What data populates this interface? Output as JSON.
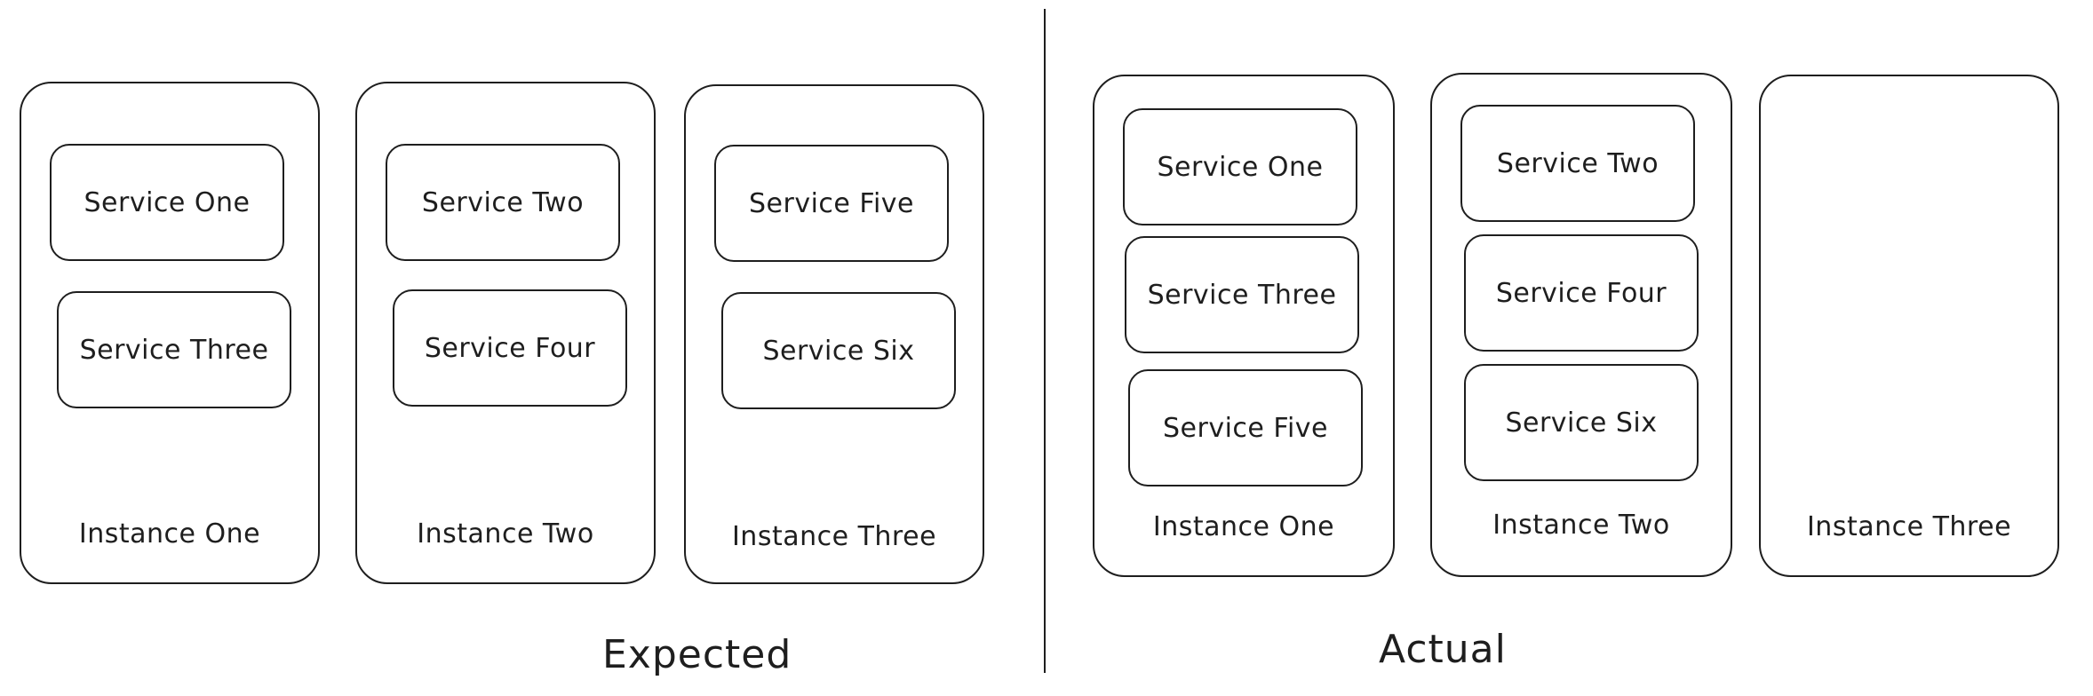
{
  "expected": {
    "caption": "Expected",
    "instances": [
      {
        "label": "Instance One",
        "services": [
          "Service One",
          "Service Three"
        ]
      },
      {
        "label": "Instance Two",
        "services": [
          "Service Two",
          "Service Four"
        ]
      },
      {
        "label": "Instance Three",
        "services": [
          "Service Five",
          "Service Six"
        ]
      }
    ]
  },
  "actual": {
    "caption": "Actual",
    "instances": [
      {
        "label": "Instance One",
        "services": [
          "Service One",
          "Service Three",
          "Service Five"
        ]
      },
      {
        "label": "Instance Two",
        "services": [
          "Service Two",
          "Service Four",
          "Service Six"
        ]
      },
      {
        "label": "Instance Three",
        "services": []
      }
    ]
  }
}
